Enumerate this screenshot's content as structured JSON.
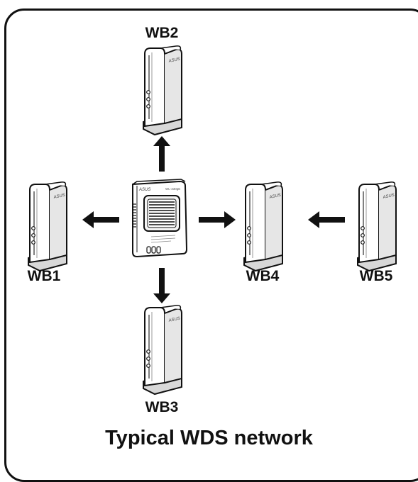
{
  "diagram": {
    "title": "Typical WDS network",
    "nodes": [
      {
        "id": "WB2",
        "label": "WB2"
      },
      {
        "id": "WB1",
        "label": "WB1"
      },
      {
        "id": "WB4",
        "label": "WB4"
      },
      {
        "id": "WB5",
        "label": "WB5"
      },
      {
        "id": "WB3",
        "label": "WB3"
      }
    ],
    "root": {
      "label": "ASUS",
      "model": "WL-330gE"
    },
    "bridge_brand": "ASUS",
    "edges": [
      {
        "from": "root",
        "to": "WB2"
      },
      {
        "from": "root",
        "to": "WB1"
      },
      {
        "from": "root",
        "to": "WB4"
      },
      {
        "from": "root",
        "to": "WB3"
      },
      {
        "from": "WB5",
        "to": "WB4"
      }
    ]
  }
}
